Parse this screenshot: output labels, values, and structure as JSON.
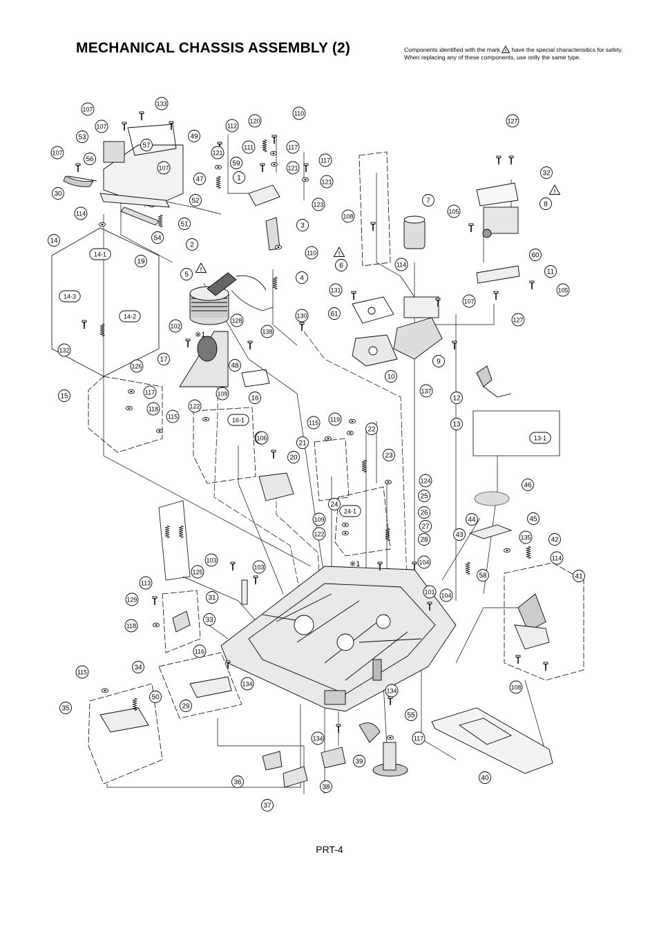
{
  "title": "MECHANICAL CHASSIS ASSEMBLY (2)",
  "safety_note": {
    "before_mark": "Components identified with the mark",
    "after_mark": "have the special characterisitics for safety.",
    "line2": "When replacing any of these components, use onlly the same type."
  },
  "page_number": "PRT-4",
  "reference_mark": "※1",
  "callouts": [
    "133",
    "107",
    "107",
    "53",
    "57",
    "49",
    "107",
    "56",
    "107",
    "30",
    "52",
    "51",
    "54",
    "114",
    "14",
    "14-1",
    "19",
    "14-3",
    "14-2",
    "132",
    "112",
    "120",
    "110",
    "111",
    "117",
    "121",
    "59",
    "121",
    "117",
    "47",
    "1",
    "121",
    "123",
    "3",
    "2",
    "110",
    "4",
    "5",
    "102",
    "128",
    "17",
    "130",
    "138",
    "48",
    "16",
    "16-1",
    "122",
    "109",
    "126",
    "15",
    "117",
    "118",
    "115",
    "106",
    "20",
    "115",
    "119",
    "22",
    "21",
    "23",
    "24",
    "24-1",
    "109",
    "122",
    "124",
    "25",
    "26",
    "27",
    "28",
    "46",
    "45",
    "44",
    "43",
    "58",
    "42",
    "135",
    "114",
    "41",
    "103",
    "103",
    "125",
    "113",
    "31",
    "129",
    "33",
    "118",
    "116",
    "34",
    "134",
    "115",
    "50",
    "35",
    "29",
    "134",
    "55",
    "117",
    "134",
    "39",
    "36",
    "38",
    "37",
    "40",
    "104",
    "104",
    "101",
    "108",
    "106",
    "108",
    "7",
    "114",
    "6",
    "131",
    "61",
    "107",
    "127",
    "9",
    "10",
    "137",
    "105",
    "32",
    "8",
    "60",
    "11",
    "105",
    "127",
    "12",
    "13",
    "13-1"
  ]
}
